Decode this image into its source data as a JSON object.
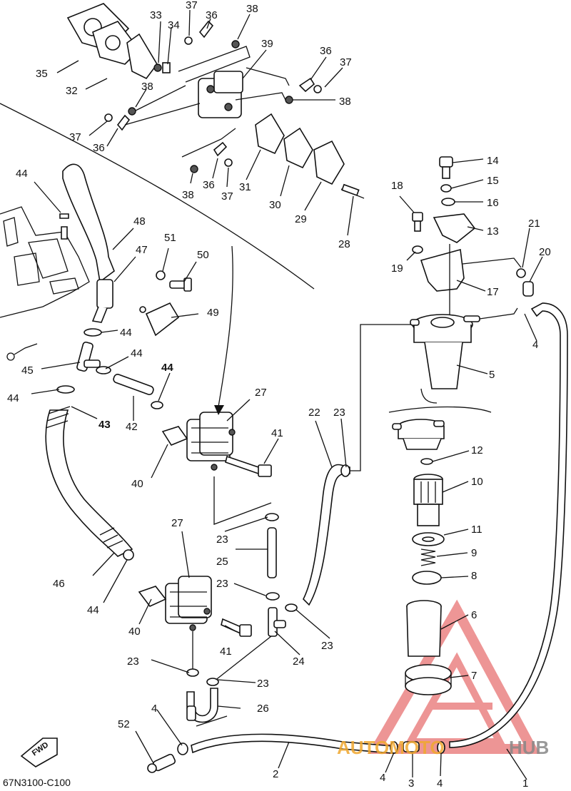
{
  "diagram_code": "67N3100-C100",
  "fwd_label": "FWD",
  "watermark": {
    "text_a": "AUTOMOTO",
    "text_b": "HUB",
    "color_a": "#f0a830",
    "color_b": "#888888",
    "logo_color": "#e04040"
  },
  "callouts": [
    "1",
    "2",
    "3",
    "4",
    "4",
    "4",
    "4",
    "5",
    "6",
    "7",
    "8",
    "9",
    "10",
    "11",
    "12",
    "13",
    "14",
    "15",
    "16",
    "17",
    "18",
    "19",
    "20",
    "21",
    "22",
    "23",
    "23",
    "23",
    "23",
    "23",
    "23",
    "24",
    "25",
    "26",
    "27",
    "27",
    "28",
    "29",
    "30",
    "31",
    "32",
    "33",
    "34",
    "35",
    "36",
    "36",
    "36",
    "36",
    "37",
    "37",
    "37",
    "37",
    "38",
    "38",
    "38",
    "38",
    "39",
    "40",
    "40",
    "41",
    "41",
    "42",
    "43",
    "44",
    "44",
    "44",
    "44",
    "44",
    "44",
    "45",
    "46",
    "47",
    "48",
    "49",
    "50",
    "51",
    "52"
  ]
}
